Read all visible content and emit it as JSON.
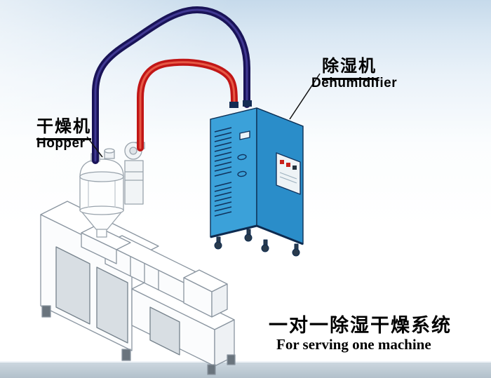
{
  "labels": {
    "hopper_zh": "干燥机",
    "hopper_en": "Hopper",
    "dehumidifier_zh": "除湿机",
    "dehumidifier_en": "Dehumidifier",
    "caption_zh": "一对一除湿干燥系统",
    "caption_en": "For serving one machine"
  },
  "colors": {
    "pipe_red": "#c11616",
    "pipe_red_hi": "#ef6a52",
    "pipe_navy": "#191357",
    "pipe_navy_hi": "#4d46a6",
    "cabinet_front": "#3ba1d9",
    "cabinet_side": "#2a8dc9",
    "cabinet_top": "#1d6da6",
    "cabinet_trim": "#0d3055",
    "panel_fill": "#eef3f6",
    "machine_line": "#8a95a0",
    "machine_fill": "#fbfcfd",
    "door_fill": "#d8dee3",
    "footer_band": "#b2c0cb",
    "footer_band_light": "#ccd7df",
    "text_color": "#000000"
  },
  "diagram": {
    "components": [
      "hopper-dryer",
      "hopper-loader-fan",
      "extruder-machine",
      "dehumidifier-cabinet",
      "pipe-red",
      "pipe-navy"
    ]
  }
}
